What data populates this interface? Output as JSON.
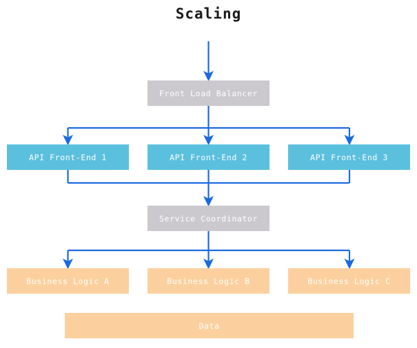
{
  "title": "Scaling",
  "colors": {
    "arrow": "#1a6ae0",
    "gray_node": "#cbc8ce",
    "cyan_node": "#5bc0de",
    "orange_node": "#fcd09e",
    "node_text": "#ffffff",
    "title_text": "#1a1a1a",
    "background": "#ffffff"
  },
  "diagram": {
    "type": "flowchart",
    "direction": "top-to-bottom",
    "tiers": [
      {
        "name": "entry",
        "nodes": [
          {
            "id": "front-load-balancer",
            "label": "Front Load Balancer",
            "style": "gray"
          }
        ]
      },
      {
        "name": "api",
        "nodes": [
          {
            "id": "api-front-end-1",
            "label": "API Front-End 1",
            "style": "cyan"
          },
          {
            "id": "api-front-end-2",
            "label": "API Front-End 2",
            "style": "cyan"
          },
          {
            "id": "api-front-end-3",
            "label": "API Front-End 3",
            "style": "cyan"
          }
        ]
      },
      {
        "name": "coordination",
        "nodes": [
          {
            "id": "service-coordinator",
            "label": "Service Coordinator",
            "style": "gray"
          }
        ]
      },
      {
        "name": "business",
        "nodes": [
          {
            "id": "business-logic-a",
            "label": "Business Logic A",
            "style": "orange"
          },
          {
            "id": "business-logic-b",
            "label": "Business Logic B",
            "style": "orange"
          },
          {
            "id": "business-logic-c",
            "label": "Business Logic C",
            "style": "orange"
          }
        ]
      },
      {
        "name": "storage",
        "nodes": [
          {
            "id": "data",
            "label": "Data",
            "style": "orange"
          }
        ]
      }
    ],
    "edges": [
      {
        "from": "external",
        "to": "front-load-balancer",
        "arrow": true
      },
      {
        "from": "front-load-balancer",
        "to": "api-front-end-1",
        "arrow": true
      },
      {
        "from": "front-load-balancer",
        "to": "api-front-end-2",
        "arrow": true
      },
      {
        "from": "front-load-balancer",
        "to": "api-front-end-3",
        "arrow": true
      },
      {
        "from": "api-front-end-1",
        "to": "service-coordinator",
        "arrow": true
      },
      {
        "from": "api-front-end-2",
        "to": "service-coordinator",
        "arrow": true
      },
      {
        "from": "api-front-end-3",
        "to": "service-coordinator",
        "arrow": true
      },
      {
        "from": "service-coordinator",
        "to": "business-logic-a",
        "arrow": true
      },
      {
        "from": "service-coordinator",
        "to": "business-logic-b",
        "arrow": true
      },
      {
        "from": "service-coordinator",
        "to": "business-logic-c",
        "arrow": true
      }
    ]
  }
}
